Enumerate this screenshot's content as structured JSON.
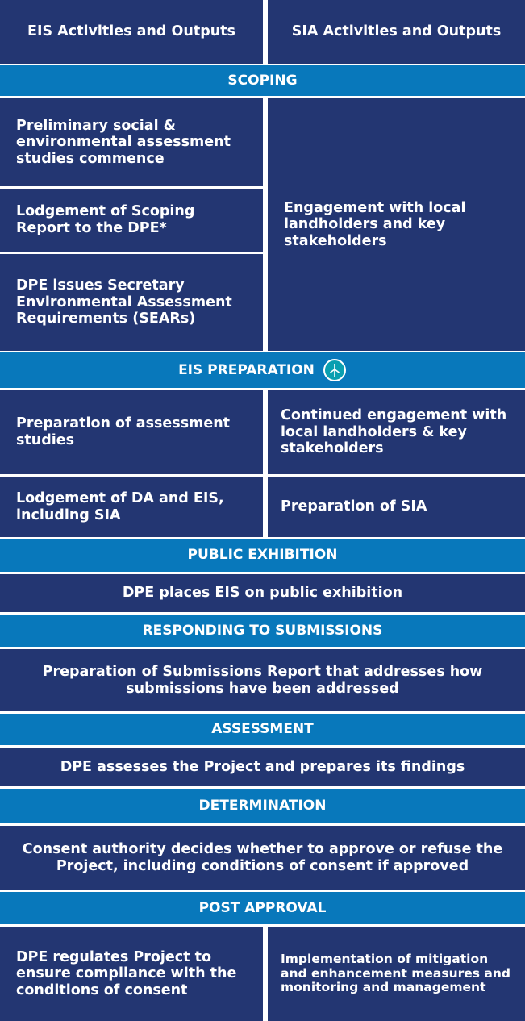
{
  "header": {
    "eis_col": "EIS Activities and Outputs",
    "sia_col": "SIA Activities and Outputs"
  },
  "stages": {
    "scoping": "SCOPING",
    "eis_preparation": "EIS PREPARATION",
    "public_exhibition": "PUBLIC EXHIBITION",
    "responding": "RESPONDING TO SUBMISSIONS",
    "assessment": "ASSESSMENT",
    "determination": "DETERMINATION",
    "post_approval": "POST APPROVAL"
  },
  "scoping": {
    "eis_1": "Preliminary social & environmental assessment studies commence",
    "eis_2": "Lodgement of Scoping Report to the DPE*",
    "eis_3": "DPE issues Secretary Environmental Assessment Requirements (SEARs)",
    "sia": "Engagement with local landholders and key stakeholders"
  },
  "eis_preparation": {
    "eis_1": "Preparation of assessment studies",
    "sia_1": "Continued engagement with local landholders & key stakeholders",
    "eis_2": "Lodgement of DA and EIS, including SIA",
    "sia_2": "Preparation of SIA"
  },
  "public_exhibition": {
    "text": "DPE places EIS on public exhibition"
  },
  "responding": {
    "text": "Preparation of Submissions Report that addresses how submissions have been addressed"
  },
  "assessment": {
    "text": "DPE assesses the Project and prepares its findings"
  },
  "determination": {
    "text": "Consent authority decides whether to approve or refuse the Project, including conditions of consent if approved"
  },
  "post_approval": {
    "eis": "DPE regulates Project to ensure compliance with the conditions of consent",
    "sia": "Implementation of mitigation and enhancement measures and monitoring and management"
  },
  "colors": {
    "navy": "#233672",
    "blue": "#0878bb",
    "icon_ring": "#ffffff"
  },
  "icons": {
    "eis_preparation": "wind-turbine-icon"
  }
}
